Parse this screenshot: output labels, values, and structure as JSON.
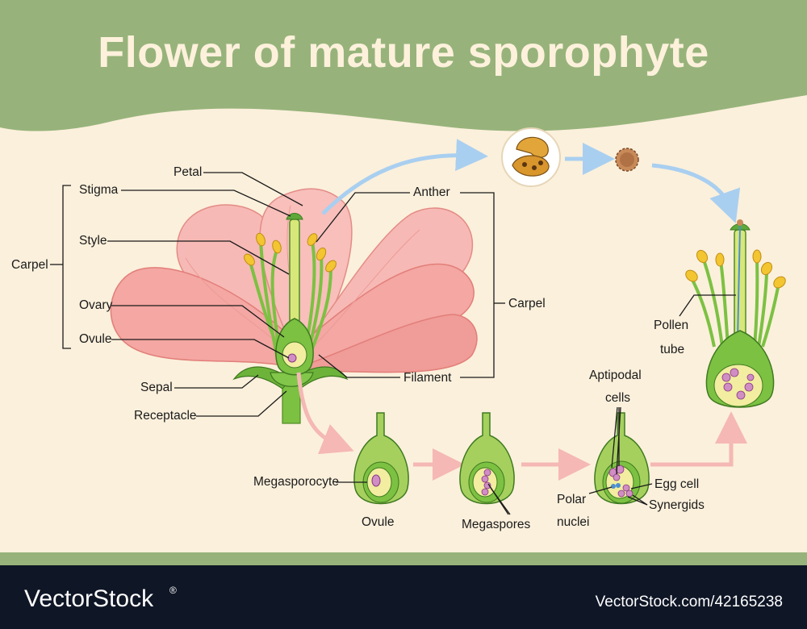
{
  "header": {
    "title": "Flower of mature sporophyte"
  },
  "flower_labels": {
    "carpel_left": "Carpel",
    "stigma": "Stigma",
    "style": "Style",
    "ovary": "Ovary",
    "ovule": "Ovule",
    "petal": "Petal",
    "sepal": "Sepal",
    "receptacle": "Receptacle",
    "anther": "Anther",
    "carpel_right": "Carpel",
    "filament": "Filament"
  },
  "stage_labels": {
    "megasporocyte": "Megasporocyte",
    "ovule": "Ovule",
    "megaspores": "Megaspores",
    "antipodal_line1": "Aptipodal",
    "antipodal_line2": "cells",
    "polar_line1": "Polar",
    "polar_line2": "nuclei",
    "egg_cell": "Egg  cell",
    "synergids": "Synergids",
    "pollen_tube_line1": "Pollen",
    "pollen_tube_line2": "tube"
  },
  "footer": {
    "brand": "VectorStock",
    "reg_mark": "®",
    "url": "VectorStock.com/42165238"
  },
  "colors": {
    "header_green": "#97b37b",
    "background": "#fbf0dc",
    "footer_bar": "#0f1626",
    "petal_pink": "#f4a7a3",
    "petal_edge": "#e27e79",
    "stem_green": "#7cc142",
    "pollen_yellow": "#f2c531",
    "arrow_blue": "#a9cff0",
    "arrow_pink": "#f5b8b4"
  }
}
